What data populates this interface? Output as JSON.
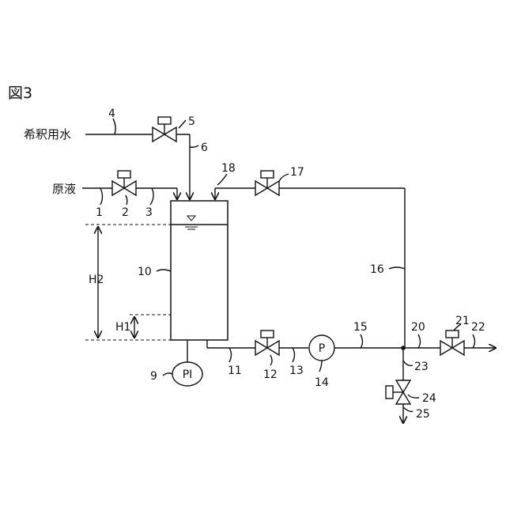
{
  "figure": {
    "title": "図3"
  },
  "inlets": {
    "dilution_water": "希釈用水",
    "raw_liquid": "原液"
  },
  "gauge": {
    "pi_label": "PI"
  },
  "pump": {
    "p_label": "P"
  },
  "dimensions": {
    "h1": "H1",
    "h2": "H2"
  },
  "refs": {
    "r1": "1",
    "r2": "2",
    "r3": "3",
    "r4": "4",
    "r5": "5",
    "r6": "6",
    "r9": "9",
    "r10": "10",
    "r11": "11",
    "r12": "12",
    "r13": "13",
    "r14": "14",
    "r15": "15",
    "r16": "16",
    "r17": "17",
    "r18": "18",
    "r20": "20",
    "r21": "21",
    "r22": "22",
    "r23": "23",
    "r24": "24",
    "r25": "25"
  }
}
